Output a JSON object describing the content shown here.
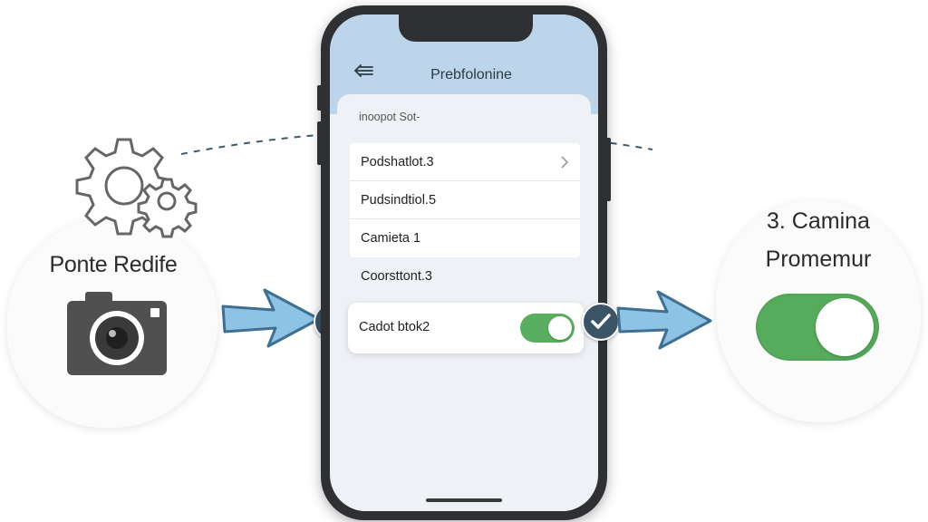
{
  "left_card": {
    "label": "Ponte Redife",
    "icons": [
      "gear-icon",
      "camera-icon"
    ]
  },
  "right_card": {
    "title": "3. Camina",
    "subtitle": "Promemur",
    "toggle_on": true
  },
  "phone": {
    "nav_title": "Prebfolonine",
    "section_label": "inoopot Sot-",
    "rows": [
      {
        "label": "Podshatlot.3",
        "has_chevron": true
      },
      {
        "label": "Pudsindtiol.5",
        "has_chevron": false
      },
      {
        "label": "Camieta 1",
        "has_chevron": false
      },
      {
        "label": "Coorsttont.3",
        "has_chevron": false
      }
    ],
    "toggle_row": {
      "label": "Cadot btok2",
      "on": true
    }
  },
  "colors": {
    "toggle_green": "#57ab5c",
    "arrow_blue": "#8ec3e6",
    "check_badge": "#3b5566",
    "header_blue": "#bcd5ea"
  }
}
